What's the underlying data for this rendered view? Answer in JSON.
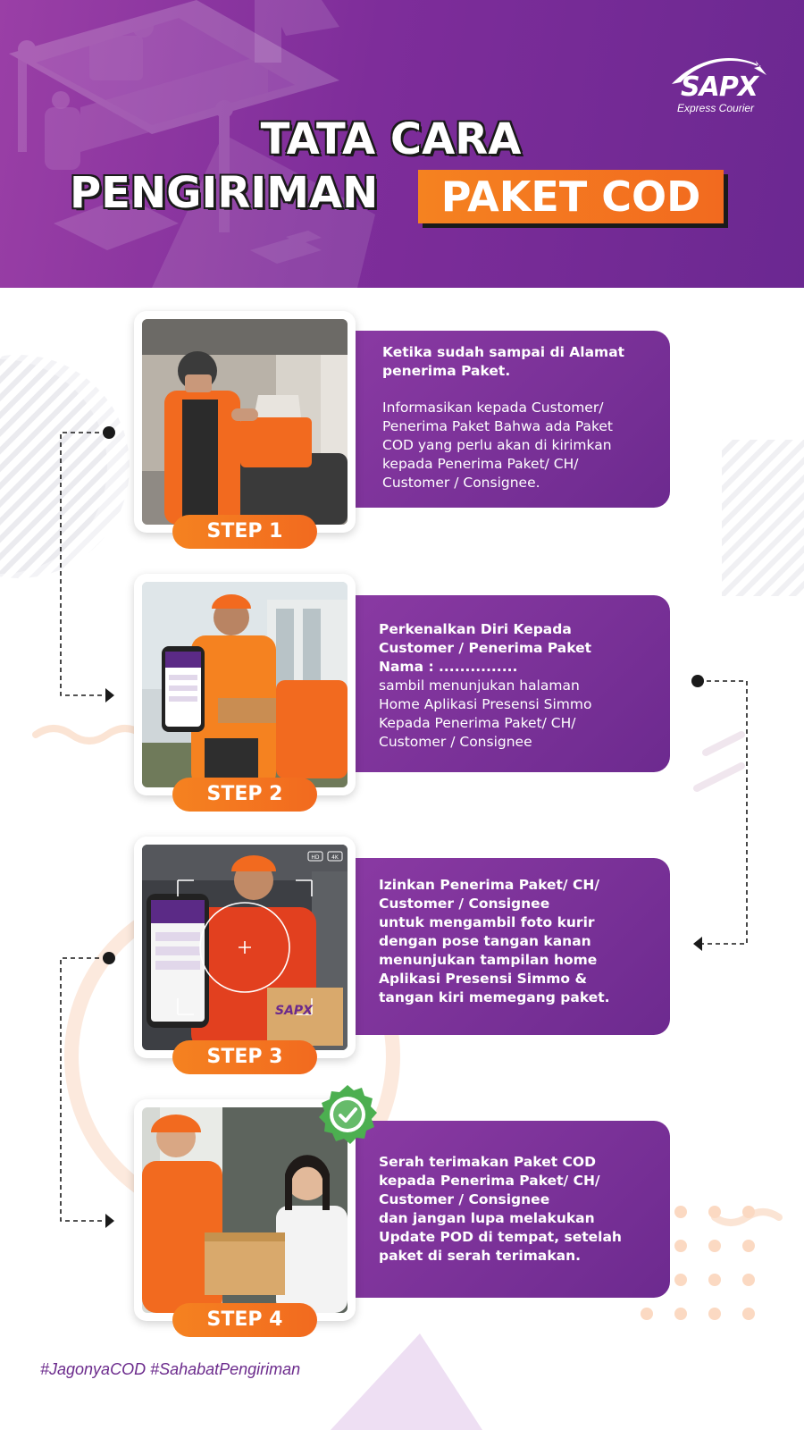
{
  "brand": {
    "logo_text": "SAPX",
    "logo_sub": "Express Courier",
    "photo_box_logo": "SAPX"
  },
  "title": {
    "line1": "TATA CARA",
    "line2": "PENGIRIMAN",
    "highlight": "PAKET COD"
  },
  "colors": {
    "purple": "#7e2d9a",
    "orange": "#f58220",
    "green_check": "#4caf50"
  },
  "steps": [
    {
      "badge": "STEP 1",
      "bold_text": "Ketika sudah sampai di Alamat\npenerima Paket.",
      "text": "Informasikan kepada Customer/\nPenerima Paket Bahwa ada Paket\nCOD yang perlu akan di kirimkan\nkepada Penerima Paket/ CH/\nCustomer / Consignee."
    },
    {
      "badge": "STEP 2",
      "bold_text": "Perkenalkan Diri Kepada\nCustomer / Penerima Paket\nNama : ...............",
      "text": "sambil menunjukan halaman\nHome Aplikasi Presensi Simmo\nKepada Penerima Paket/ CH/\nCustomer / Consignee"
    },
    {
      "badge": "STEP 3",
      "bold_text": "Izinkan Penerima Paket/ CH/\nCustomer / Consignee\nuntuk mengambil foto kurir\ndengan pose tangan kanan\nmenunjukan tampilan home\nAplikasi Presensi Simmo &\ntangan kiri memegang paket.",
      "text": "",
      "camera_tags": [
        "HD",
        "4K"
      ]
    },
    {
      "badge": "STEP 4",
      "bold_text": "Serah terimakan Paket COD\nkepada Penerima Paket/ CH/\nCustomer / Consignee\ndan jangan lupa melakukan\nUpdate POD di tempat, setelah\npaket di serah terimakan.",
      "text": ""
    }
  ],
  "hashtags": "#JagonyaCOD #SahabatPengiriman",
  "icons": {
    "logo": "sapx-swoosh-logo",
    "check": "check-badge-icon"
  }
}
